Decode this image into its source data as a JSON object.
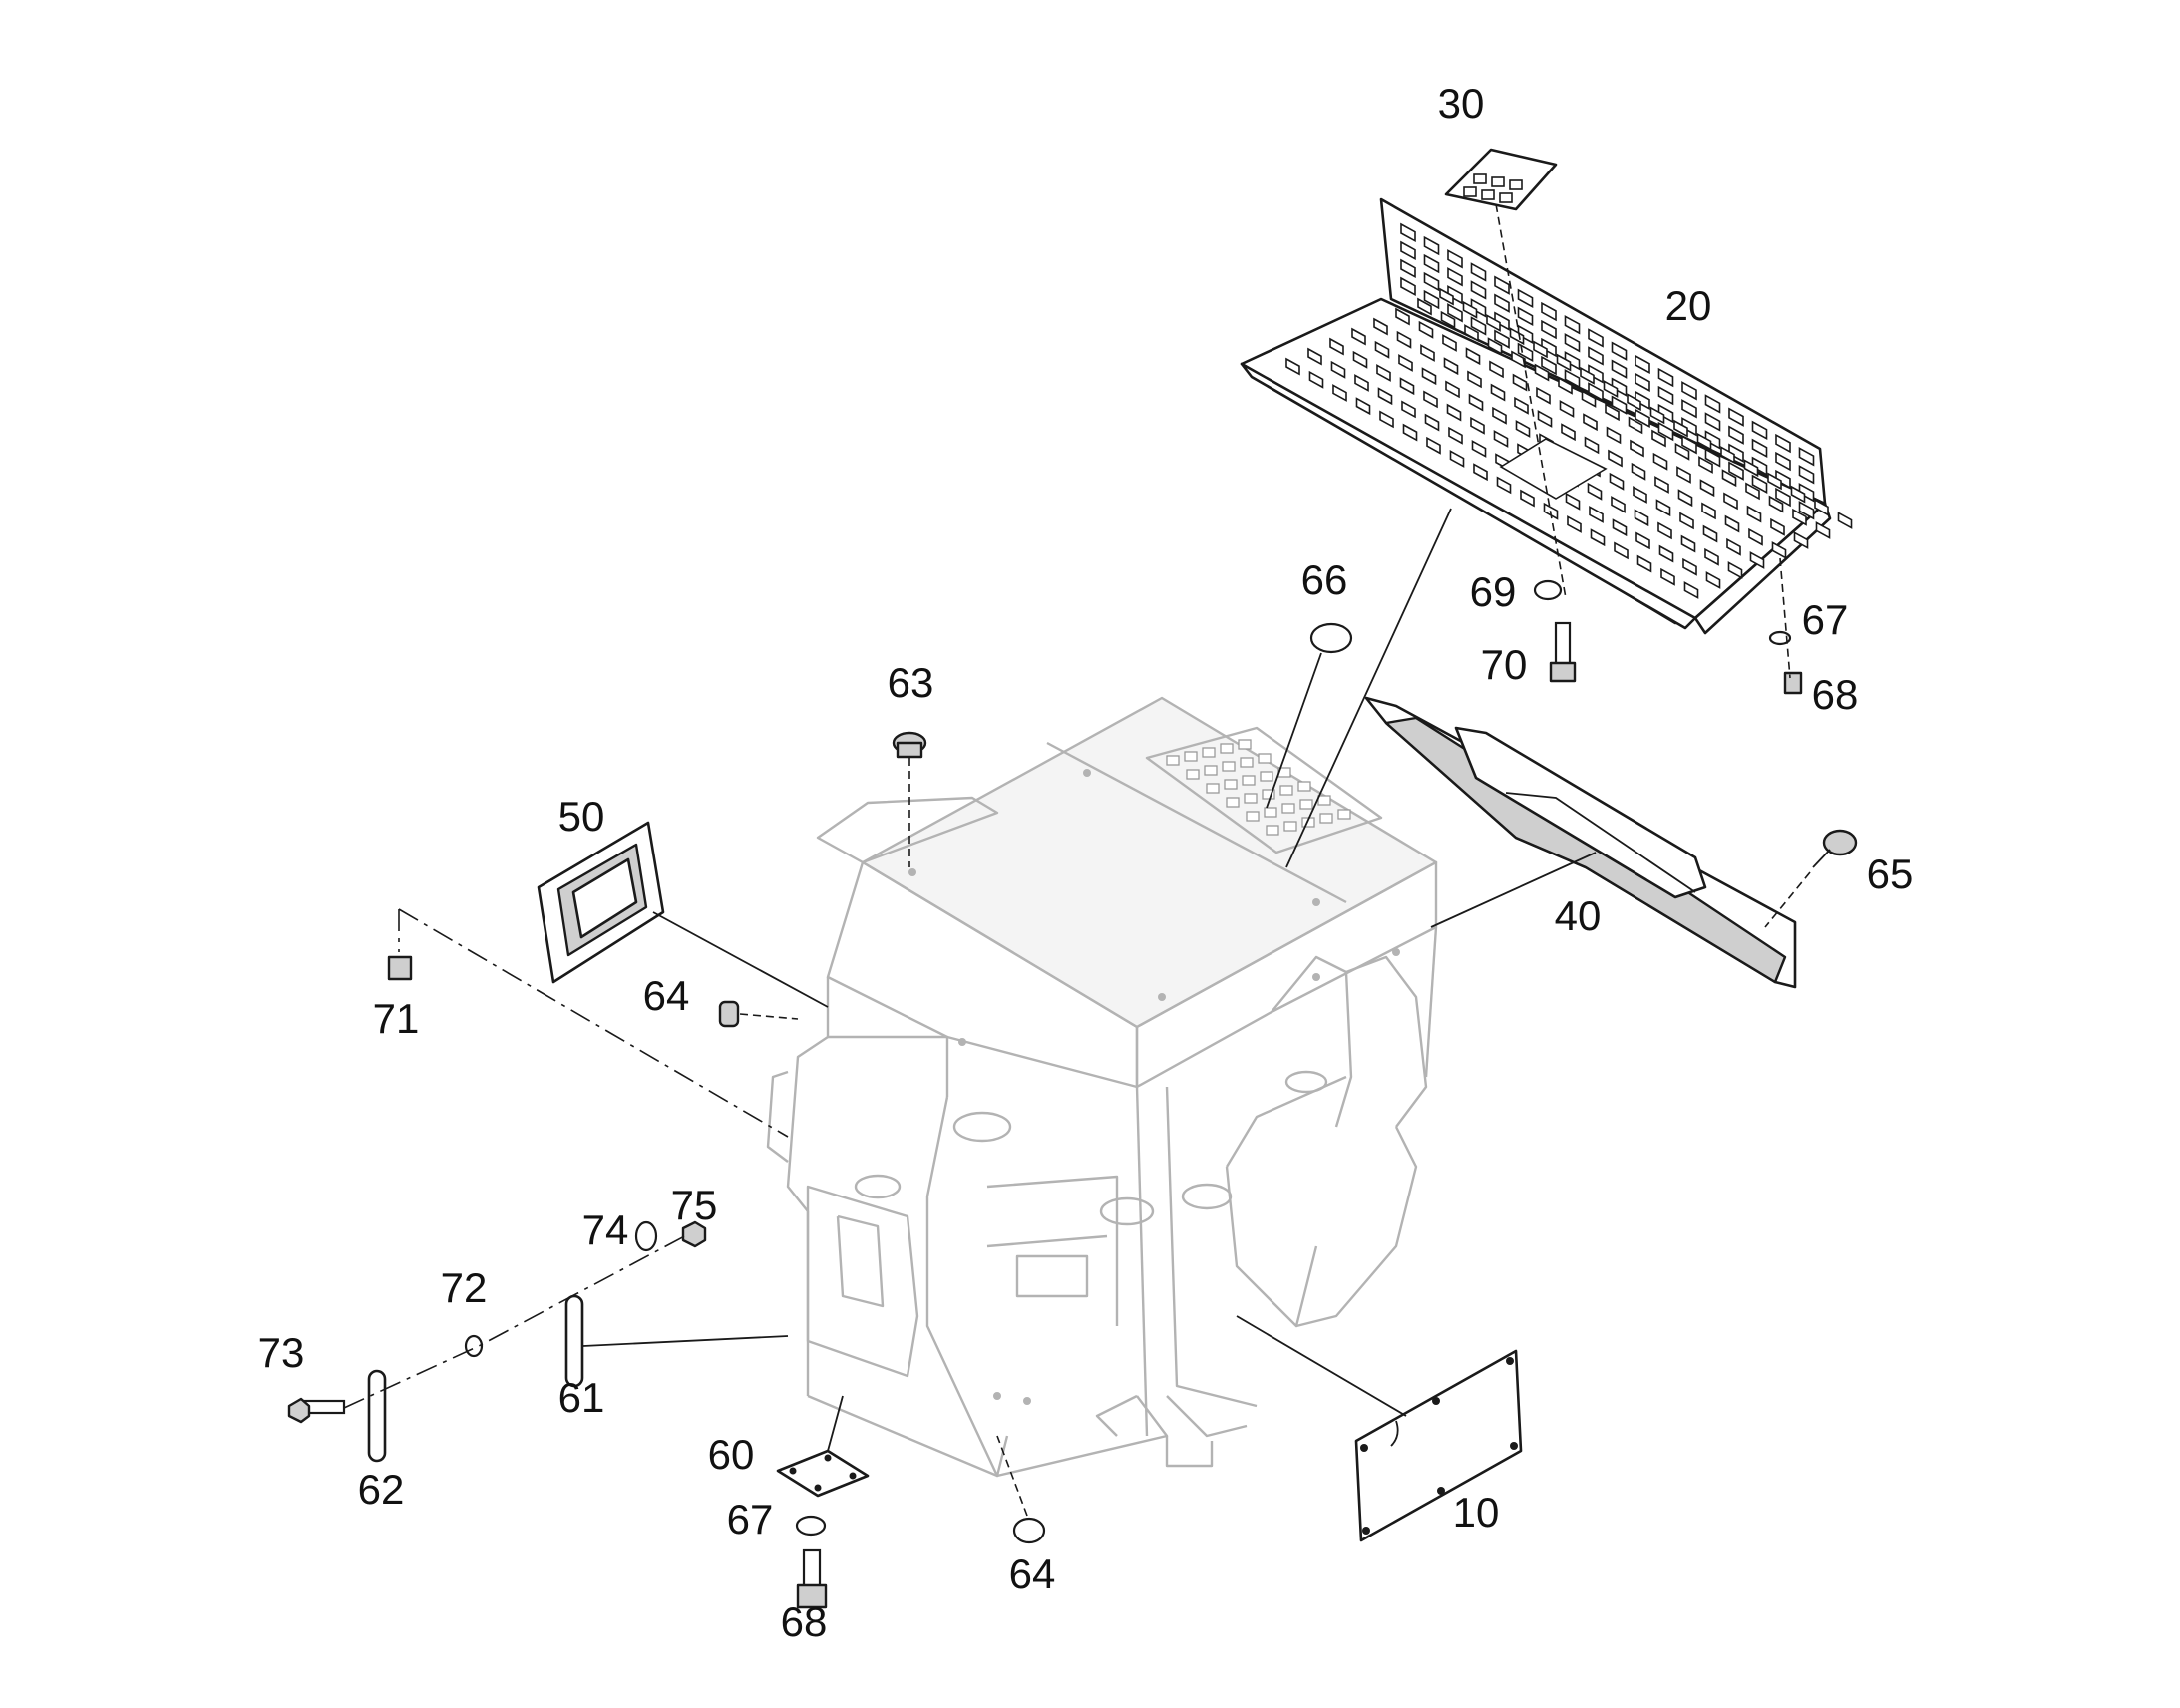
{
  "diagram": {
    "callouts": [
      {
        "id": "10",
        "label": "10"
      },
      {
        "id": "20",
        "label": "20"
      },
      {
        "id": "30",
        "label": "30"
      },
      {
        "id": "40",
        "label": "40"
      },
      {
        "id": "50",
        "label": "50"
      },
      {
        "id": "60",
        "label": "60"
      },
      {
        "id": "61",
        "label": "61"
      },
      {
        "id": "62",
        "label": "62"
      },
      {
        "id": "63",
        "label": "63"
      },
      {
        "id": "64a",
        "label": "64"
      },
      {
        "id": "64b",
        "label": "64"
      },
      {
        "id": "65",
        "label": "65"
      },
      {
        "id": "66",
        "label": "66"
      },
      {
        "id": "67a",
        "label": "67"
      },
      {
        "id": "67b",
        "label": "67"
      },
      {
        "id": "68a",
        "label": "68"
      },
      {
        "id": "68b",
        "label": "68"
      },
      {
        "id": "69",
        "label": "69"
      },
      {
        "id": "70",
        "label": "70"
      },
      {
        "id": "71",
        "label": "71"
      },
      {
        "id": "72",
        "label": "72"
      },
      {
        "id": "73",
        "label": "73"
      },
      {
        "id": "74",
        "label": "74"
      },
      {
        "id": "75",
        "label": "75"
      }
    ]
  }
}
